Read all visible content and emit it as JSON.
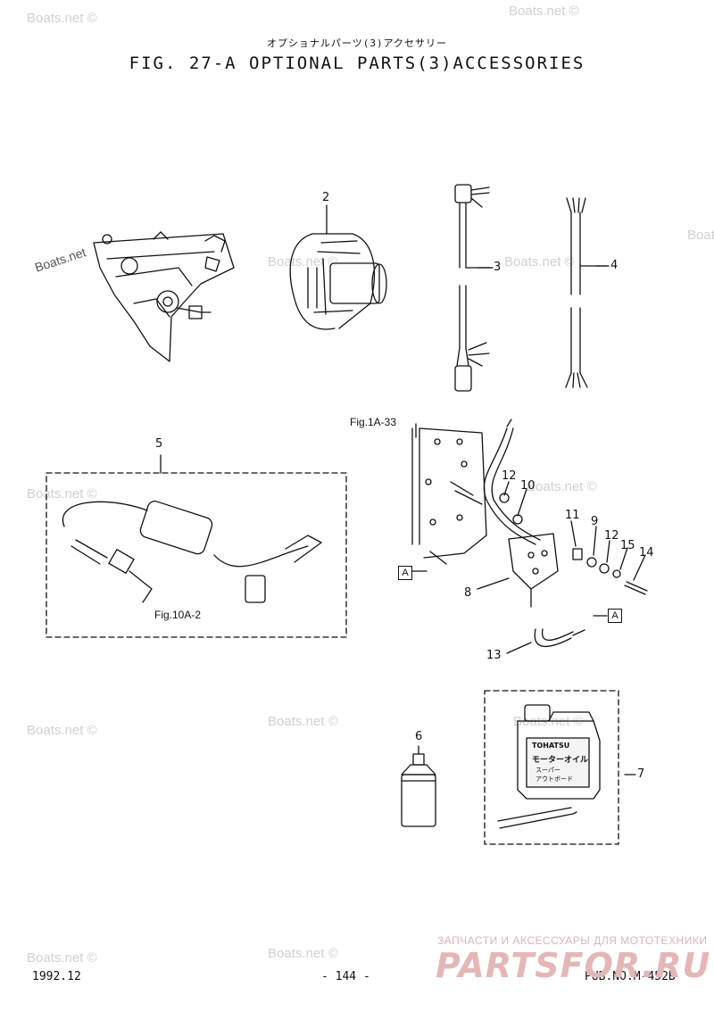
{
  "header": {
    "subtitle": "オプショナルパーツ(3)アクセサリー",
    "title": "FIG. 27-A OPTIONAL PARTS(3)ACCESSORIES"
  },
  "watermark": "Boats.net ©",
  "watermark_corner": "Boats.net",
  "callouts": {
    "p2": "2",
    "p3": "3",
    "p4": "4",
    "p5": "5",
    "p6": "6",
    "p7": "7",
    "p8": "8",
    "p9": "9",
    "p10": "10",
    "p11": "11",
    "p12a": "12",
    "p12b": "12",
    "p13": "13",
    "p14": "14",
    "p15": "15"
  },
  "references": {
    "fig_1a_33": "Fig.1A-33",
    "fig_10a_2": "Fig.10A-2",
    "box_a_left": "A",
    "box_a_right": "A"
  },
  "oil_label": {
    "brand": "TOHATSU",
    "line1": "モーターオイル",
    "line2": "スーパー",
    "line3": "アウトボード"
  },
  "footer": {
    "date": "1992.12",
    "page": "- 144 -",
    "pub": "PUB.NO.M-452B"
  },
  "brand": {
    "tagline": "ЗАПЧАСТИ И АКСЕССУАРЫ ДЛЯ МОТОТЕХНИКИ",
    "logo": "PARTSFOR.RU"
  }
}
